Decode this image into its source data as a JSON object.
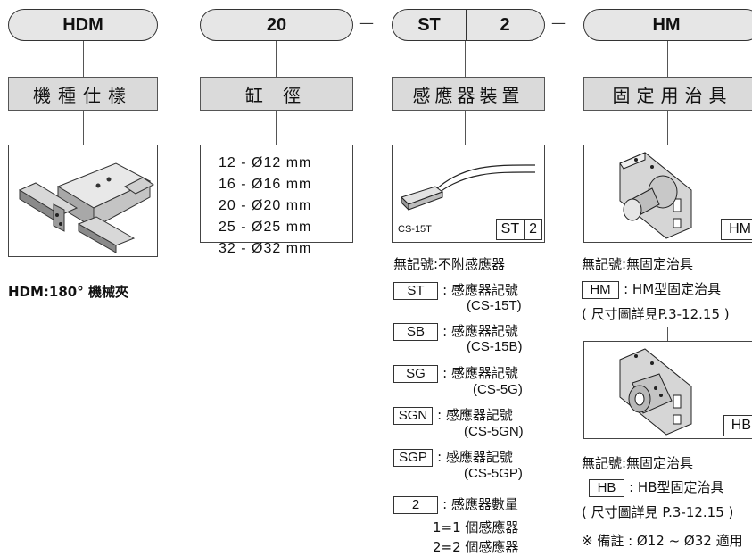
{
  "codes": {
    "model": "HDM",
    "bore": "20",
    "sensor_type": "ST",
    "sensor_count": "2",
    "fixture": "HM"
  },
  "headers": {
    "spec": "機種仕樣",
    "bore": "缸 徑",
    "sensor": "感應器裝置",
    "fixture": "固定用治具"
  },
  "bore_sizes": [
    "12 - Ø12 mm",
    "16 - Ø16 mm",
    "20 - Ø20 mm",
    "25 - Ø25 mm",
    "32 - Ø32 mm"
  ],
  "model_caption": "HDM:180° 機械夾",
  "sensor_image": {
    "label": "CS-15T",
    "tag_type": "ST",
    "tag_count": "2"
  },
  "sensor_notes": {
    "none": "無記號:不附感應器",
    "items": [
      {
        "code": "ST",
        "desc": ": 感應器記號",
        "model": "(CS-15T)"
      },
      {
        "code": "SB",
        "desc": ": 感應器記號",
        "model": "(CS-15B)"
      },
      {
        "code": "SG",
        "desc": ": 感應器記號",
        "model": "(CS-5G)"
      },
      {
        "code": "SGN",
        "desc": ": 感應器記號",
        "model": "(CS-5GN)"
      },
      {
        "code": "SGP",
        "desc": ": 感應器記號",
        "model": "(CS-5GP)"
      }
    ],
    "qty": {
      "code": "2",
      "desc": ": 感應器數量"
    },
    "qty_1": "1=1 個感應器",
    "qty_2": "2=2 個感應器"
  },
  "fixture_hm": {
    "tag": "HM",
    "none": "無記號:無固定治具",
    "desc": ": HM型固定治具",
    "ref": "( 尺寸圖詳見P.3-12.15 )"
  },
  "fixture_hb": {
    "tag": "HB",
    "none": "無記號:無固定治具",
    "desc": ": HB型固定治具",
    "ref": "( 尺寸圖詳見 P.3-12.15 )",
    "note": "※ 備註 : Ø12 ~ Ø32 適用"
  },
  "separators": [
    "—",
    "—"
  ]
}
